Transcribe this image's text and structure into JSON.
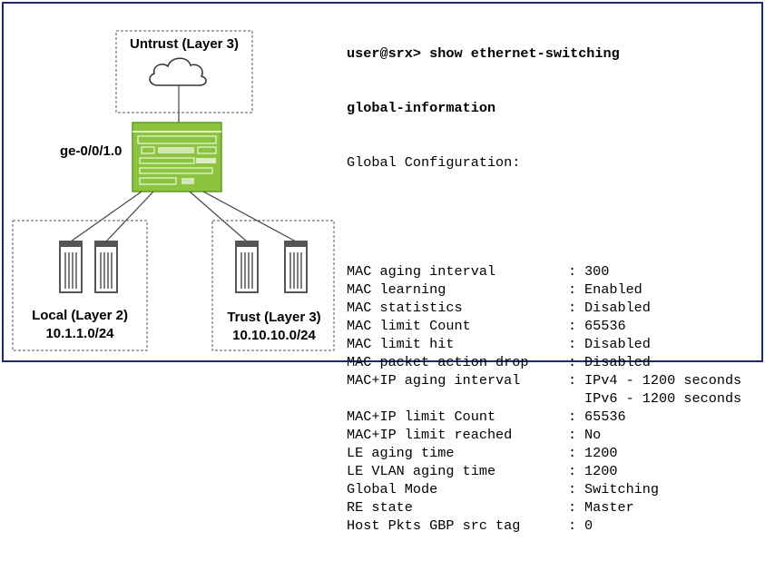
{
  "diagram": {
    "untrust_label": "Untrust (Layer 3)",
    "interface_label": "ge-0/0/1.0",
    "local_label": "Local (Layer 2)",
    "local_subnet": "10.1.1.0/24",
    "trust_label": "Trust (Layer 3)",
    "trust_subnet": "10.10.10.0/24",
    "icons": [
      "cloud-icon",
      "switch-icon",
      "server-icon"
    ],
    "colors": {
      "frame": "#1e2a6e",
      "switch_green": "#8cc43f",
      "switch_dark": "#5e9a22",
      "server_gray": "#555555"
    }
  },
  "cli": {
    "command_line_1": "user@srx> show ethernet-switching",
    "command_line_2": "global-information",
    "header": "Global Configuration:",
    "rows": [
      {
        "key": "MAC aging interval",
        "value": "300"
      },
      {
        "key": "MAC learning",
        "value": "Enabled"
      },
      {
        "key": "MAC statistics",
        "value": "Disabled"
      },
      {
        "key": "MAC limit Count",
        "value": "65536"
      },
      {
        "key": "MAC limit hit",
        "value": "Disabled"
      },
      {
        "key": "MAC packet action drop",
        "value": "Disabled"
      },
      {
        "key": "MAC+IP aging interval",
        "value": "IPv4 - 1200 seconds"
      },
      {
        "key": "",
        "value": "IPv6 - 1200 seconds",
        "continuation": true
      },
      {
        "key": "MAC+IP limit Count",
        "value": "65536"
      },
      {
        "key": "MAC+IP limit reached",
        "value": "No"
      },
      {
        "key": "LE aging time",
        "value": "1200"
      },
      {
        "key": "LE VLAN aging time",
        "value": "1200"
      },
      {
        "key": "Global Mode",
        "value": "Switching"
      },
      {
        "key": "RE state",
        "value": "Master"
      },
      {
        "key": "Host Pkts GBP src tag",
        "value": "0"
      }
    ]
  }
}
